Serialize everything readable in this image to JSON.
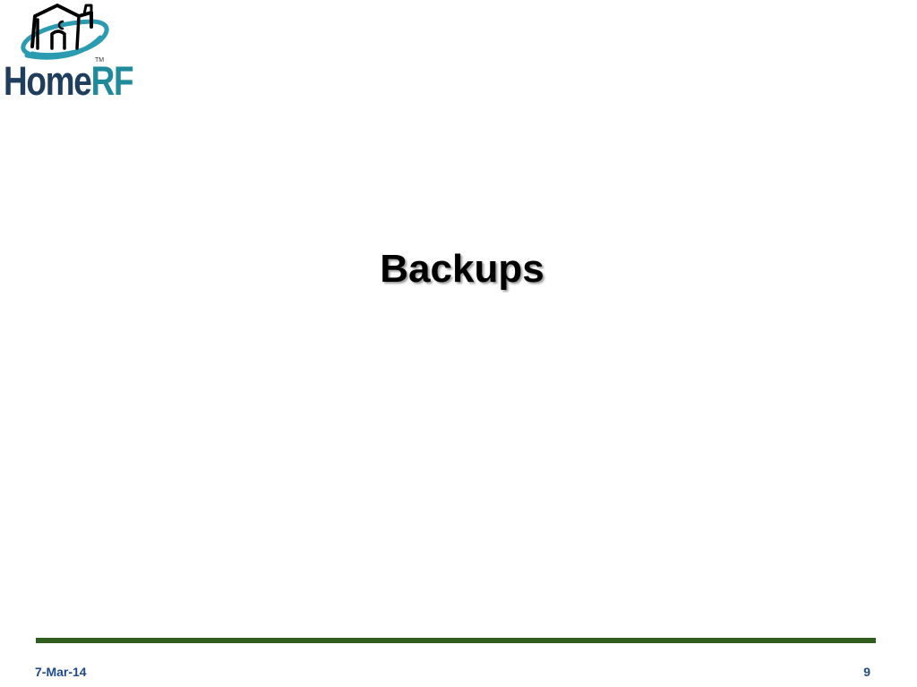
{
  "logo": {
    "word_home": "Home",
    "word_rf": "RF",
    "trademark": "TM",
    "colors": {
      "home": "#1f3d5c",
      "rf": "#1f8a99",
      "swoosh": "#2a9bb0",
      "house": "#000000"
    },
    "icon": "house-icon"
  },
  "slide": {
    "title": "Backups"
  },
  "footer": {
    "date": "7-Mar-14",
    "page_number": "9",
    "rule_color": "#2f5e1e",
    "text_color": "#1f4a8a"
  }
}
